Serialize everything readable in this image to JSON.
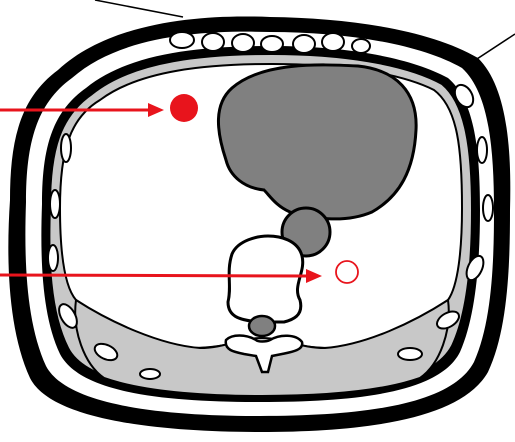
{
  "figure": {
    "type": "axial-chest-cross-section-schematic",
    "labels": [],
    "colors": {
      "outline": "#000000",
      "lung_field": "#ffffff",
      "soft_tissue": "#c8c8c8",
      "heart": "#808080",
      "arrow": "#e8141c",
      "background": "#ffffff"
    },
    "markers": [
      {
        "id": "upper-marker",
        "style": "filled",
        "color": "#e8141c"
      },
      {
        "id": "lower-marker",
        "style": "hollow",
        "color": "#e8141c"
      }
    ]
  }
}
